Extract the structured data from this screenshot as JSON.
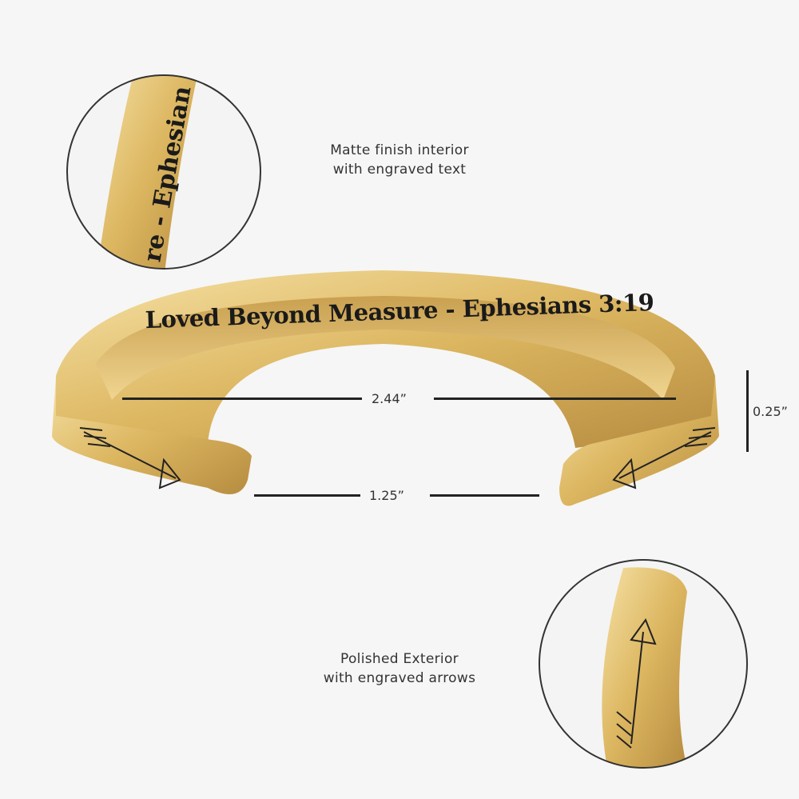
{
  "engraving": "Loved Beyond Measure - Ephesians 3:19",
  "detail_interior_text": "re - Ephesian",
  "callouts": {
    "interior_line1": "Matte finish interior",
    "interior_line2": "with engraved text",
    "exterior_line1": "Polished Exterior",
    "exterior_line2": "with engraved arrows"
  },
  "dimensions": {
    "width": "2.44”",
    "opening": "1.25”",
    "height": "0.25”"
  },
  "colors": {
    "gold_light": "#f3d88e",
    "gold_mid": "#d9b25a",
    "gold_dark": "#a8803a",
    "background": "#f6f6f6",
    "line": "#222222"
  }
}
